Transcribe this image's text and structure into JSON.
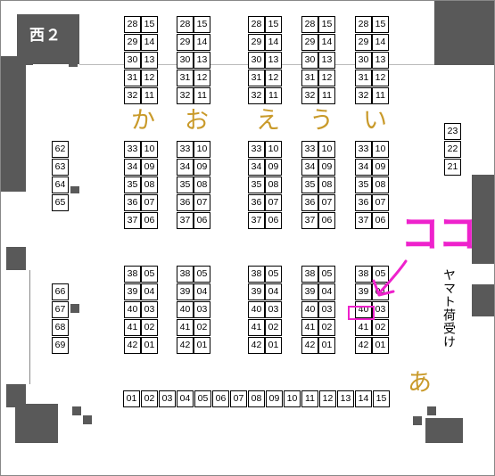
{
  "hall_name": "西２",
  "row_labels": {
    "ka": "か",
    "o": "お",
    "e": "え",
    "u": "う",
    "i": "い",
    "a": "あ"
  },
  "upper_pairs": [
    {
      "left": "28",
      "right": "15"
    },
    {
      "left": "29",
      "right": "14"
    },
    {
      "left": "30",
      "right": "13"
    },
    {
      "left": "31",
      "right": "12"
    },
    {
      "left": "32",
      "right": "11"
    }
  ],
  "middle_pairs": [
    {
      "left": "33",
      "right": "10"
    },
    {
      "left": "34",
      "right": "09"
    },
    {
      "left": "35",
      "right": "08"
    },
    {
      "left": "36",
      "right": "07"
    },
    {
      "left": "37",
      "right": "06"
    }
  ],
  "lower_pairs": [
    {
      "left": "38",
      "right": "05"
    },
    {
      "left": "39",
      "right": "04"
    },
    {
      "left": "40",
      "right": "03"
    },
    {
      "left": "41",
      "right": "02"
    },
    {
      "left": "42",
      "right": "01"
    }
  ],
  "left_wall_upper": [
    "62",
    "63",
    "64",
    "65"
  ],
  "left_wall_lower": [
    "66",
    "67",
    "68",
    "69"
  ],
  "right_wall": [
    "23",
    "22",
    "21"
  ],
  "bottom_row": [
    "01",
    "02",
    "03",
    "04",
    "05",
    "06",
    "07",
    "08",
    "09",
    "10",
    "11",
    "12",
    "13",
    "14",
    "15"
  ],
  "yamato": "ヤマト荷受け",
  "koko": "ココ",
  "annotation_color": "#ee22cc",
  "label_color": "#c99a2a"
}
